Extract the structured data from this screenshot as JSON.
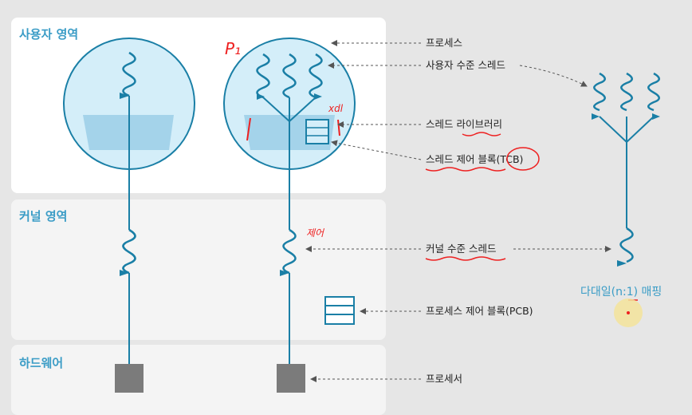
{
  "regions": {
    "user": "사용자 영역",
    "kernel": "커널 영역",
    "hardware": "하드웨어"
  },
  "labels": {
    "process": "프로세스",
    "user_thread": "사용자 수준 스레드",
    "thread_library": "스레드 라이브러리",
    "tcb": "스레드 제어 블록(TCB)",
    "kernel_thread": "커널 수준 스레드",
    "pcb": "프로세스 제어 블록(PCB)",
    "processor": "프로세서"
  },
  "mapping_label": "다대일(n:1) 매핑",
  "annotations": {
    "p1": "P₁",
    "lib_note": "xdl",
    "kernel_note": "제어"
  },
  "colors": {
    "accent": "#3a9cc6",
    "line": "#1a7fa6",
    "panel": "#ffffff",
    "circle_fill": "#d4eef9",
    "library": "#9fcfe8",
    "hardware_block": "#7b7b7b",
    "annotation": "#ee2020"
  }
}
